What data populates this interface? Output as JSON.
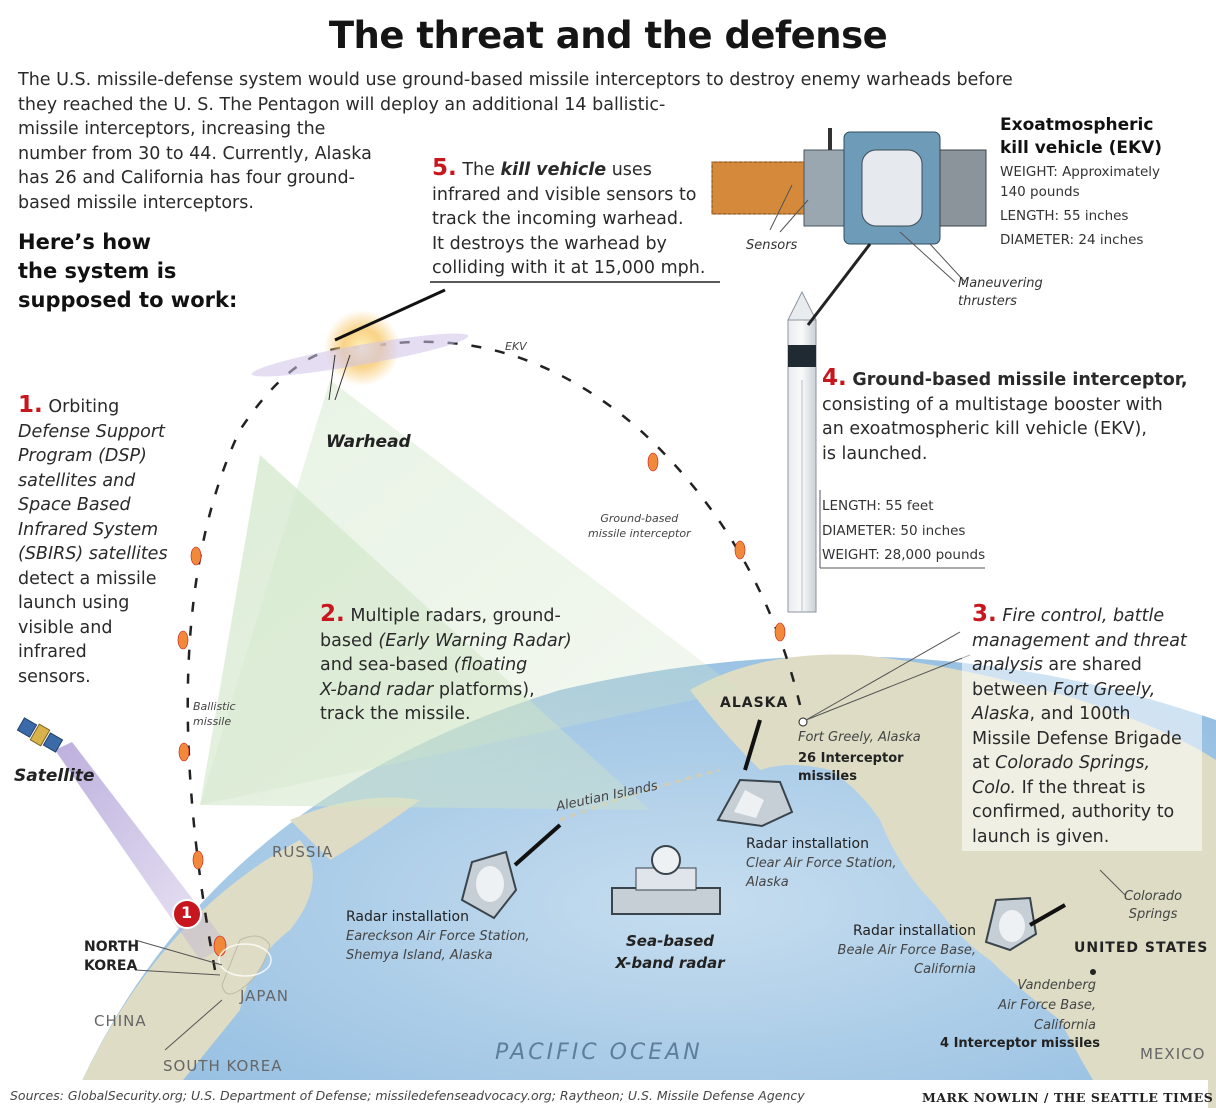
{
  "title": "The threat and the defense",
  "intro": {
    "line1": "The U.S. missile-defense system would use ground-based missile interceptors to destroy enemy warheads before",
    "line2": "they reached the U. S. The Pentagon will deploy an additional 14 ballistic-",
    "line3": "missile interceptors, increasing the",
    "line4": "number from 30 to 44. Currently, Alaska",
    "line5": "has 26 and California has four ground-",
    "line6": "based missile interceptors."
  },
  "howto": {
    "line1": "Here’s how",
    "line2": "the system is",
    "line3": "supposed to work:"
  },
  "step1": {
    "num": "1.",
    "l1": "Orbiting",
    "l2": "Defense Support",
    "l3": "Program (DSP)",
    "l4": "satellites and",
    "l5": "Space Based",
    "l6": "Infrared System",
    "l7": "(SBIRS) satellites",
    "l8": "detect a missile",
    "l9": "launch using",
    "l10": "visible and",
    "l11": "infrared",
    "l12": "sensors."
  },
  "step2": {
    "num": "2.",
    "l1": "Multiple radars, ground-",
    "l2a": "based ",
    "l2b": "(Early Warning Radar)",
    "l3a": "and sea-based ",
    "l3b": "(floating",
    "l4a": "X-band radar",
    "l4b": " platforms),",
    "l5": "track the missile."
  },
  "step3": {
    "num": "3.",
    "l1": "Fire control, battle",
    "l2": "management and threat",
    "l3a": "analysis",
    "l3b": " are shared",
    "l4": "between ",
    "l4b": "Fort Greely,",
    "l5a": "Alaska",
    "l5b": ", and 100th",
    "l6": "Missile Defense Brigade",
    "l7a": "at ",
    "l7b": "Colorado Springs,",
    "l8a": "Colo.",
    "l8b": " If the threat is",
    "l9": "confirmed, authority to",
    "l10": "launch is given."
  },
  "step4": {
    "num": "4.",
    "l1": "Ground-based missile interceptor,",
    "l2": "consisting of a multistage booster with",
    "l3": "an exoatmospheric kill vehicle (EKV),",
    "l4": "is launched.",
    "specs": [
      "LENGTH: 55 feet",
      "DIAMETER: 50 inches",
      "WEIGHT: 28,000 pounds"
    ]
  },
  "step5": {
    "num": "5.",
    "l1a": "The ",
    "l1b": "kill vehicle",
    "l1c": " uses",
    "l2": "infrared and visible sensors to",
    "l3": "track the incoming warhead.",
    "l4": "It destroys the warhead by",
    "l5": "colliding with it at 15,000 mph."
  },
  "ekv": {
    "title1": "Exoatmospheric",
    "title2": "kill vehicle (EKV)",
    "spec1a": "WEIGHT: Approximately",
    "spec1b": "140 pounds",
    "spec2": "LENGTH: 55 inches",
    "spec3": "DIAMETER: 24 inches",
    "sensors": "Sensors",
    "thrusters1": "Maneuvering",
    "thrusters2": "thrusters"
  },
  "labels": {
    "warhead": "Warhead",
    "ekv_small": "EKV",
    "gbi1": "Ground-based",
    "gbi2": "missile interceptor",
    "ballistic1": "Ballistic",
    "ballistic2": "missile",
    "satellite": "Satellite",
    "alaska": "ALASKA",
    "fort_greely": "Fort Greely, Alaska",
    "interceptors26a": "26 Interceptor",
    "interceptors26b": "missiles",
    "aleutian": "Aleutian Islands",
    "russia": "RUSSIA",
    "china": "CHINA",
    "japan": "JAPAN",
    "north_korea1": "NORTH",
    "north_korea2": "KOREA",
    "south_korea": "SOUTH KOREA",
    "pacific": "PACIFIC OCEAN",
    "usa": "UNITED STATES",
    "mexico": "MEXICO",
    "colorado1": "Colorado",
    "colorado2": "Springs",
    "radar_clear_t": "Radar installation",
    "radar_clear_1": "Clear Air Force Station,",
    "radar_clear_2": "Alaska",
    "radar_shemya_t": "Radar installation",
    "radar_shemya_1": "Eareckson Air Force Station,",
    "radar_shemya_2": "Shemya Island, Alaska",
    "radar_beale_t": "Radar installation",
    "radar_beale_1": "Beale Air Force Base,",
    "radar_beale_2": "California",
    "sbx1": "Sea-based",
    "sbx2": "X-band radar",
    "vandenberg1": "Vandenberg",
    "vandenberg2": "Air Force Base,",
    "vandenberg3": "California",
    "interceptors4": "4 Interceptor missiles",
    "marker1": "1"
  },
  "footer": {
    "sources": "Sources: GlobalSecurity.org; U.S. Department of Defense; missiledefenseadvocacy.org; Raytheon; U.S. Missile Defense Agency",
    "credit": "MARK NOWLIN / THE SEATTLE TIMES"
  },
  "colors": {
    "accent_red": "#c8161e",
    "ocean": "#a9cbe6",
    "land": "#dcdcc6",
    "radar_cone": "#cfe3c4"
  }
}
